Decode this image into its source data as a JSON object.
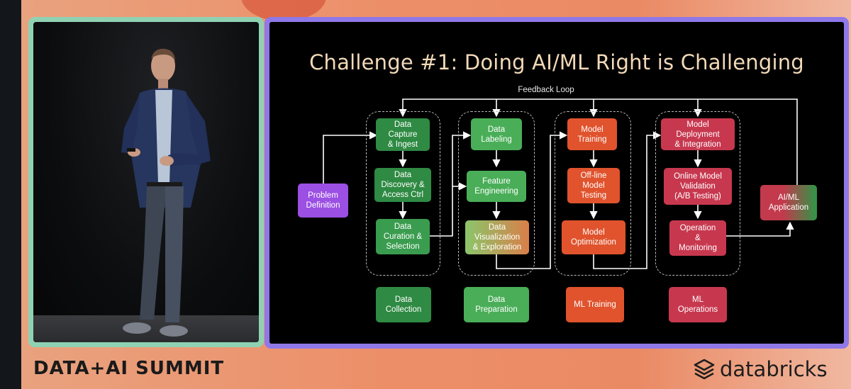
{
  "slide": {
    "title": "Challenge #1: Doing AI/ML Right is Challenging",
    "feedback_label": "Feedback Loop",
    "nodes": {
      "problem_definition": "Problem\nDefinition",
      "data_capture": "Data\nCapture\n& Ingest",
      "data_discovery": "Data\nDiscovery &\nAccess Ctrl",
      "data_curation": "Data\nCuration &\nSelection",
      "data_labeling": "Data\nLabeling",
      "feature_engineering": "Feature\nEngineering",
      "data_visualization": "Data\nVisualization\n& Exploration",
      "model_training": "Model\nTraining",
      "offline_testing": "Off-line\nModel\nTesting",
      "model_optimization": "Model\nOptimization",
      "model_deployment": "Model\nDeployment\n& Integration",
      "online_validation": "Online Model\nValidation\n(A/B Testing)",
      "operation_monitoring": "Operation\n&\nMonitoring",
      "aiml_application": "AI/ML\nApplication"
    },
    "stages": {
      "data_collection": "Data\nCollection",
      "data_preparation": "Data\nPreparation",
      "ml_training": "ML Training",
      "ml_operations": "ML\nOperations"
    }
  },
  "footer": {
    "event": "DATA+AI SUMMIT",
    "brand": "databricks"
  },
  "colors": {
    "slide_frame": "#8f78e8",
    "speaker_frame": "#8fd2b3",
    "green_dark": "#2f8a43",
    "green_light": "#4aae58",
    "orange": "#e0532d",
    "pink": "#c7384f",
    "purple": "#9b4fe3",
    "title": "#f2d9b8"
  }
}
